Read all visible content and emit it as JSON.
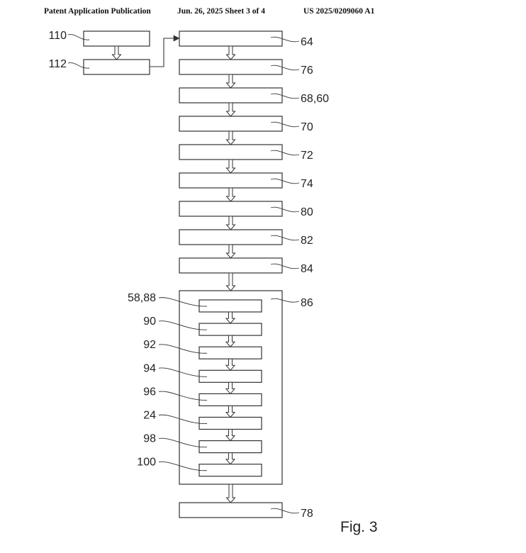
{
  "header": {
    "left": "Patent Application Publication",
    "center": "Jun. 26, 2025  Sheet 3 of 4",
    "right": "US 2025/0209060 A1"
  },
  "figure_label": "Fig. 3",
  "side_steps": [
    {
      "ref": "110"
    },
    {
      "ref": "112"
    }
  ],
  "main_steps": [
    {
      "ref": "64"
    },
    {
      "ref": "76"
    },
    {
      "ref": "68,60"
    },
    {
      "ref": "70"
    },
    {
      "ref": "72"
    },
    {
      "ref": "74"
    },
    {
      "ref": "80"
    },
    {
      "ref": "82"
    },
    {
      "ref": "84"
    }
  ],
  "group": {
    "ref": "86",
    "sub_steps": [
      {
        "ref": "58,88"
      },
      {
        "ref": "90"
      },
      {
        "ref": "92"
      },
      {
        "ref": "94"
      },
      {
        "ref": "96"
      },
      {
        "ref": "24"
      },
      {
        "ref": "98"
      },
      {
        "ref": "100"
      }
    ]
  },
  "final_step": {
    "ref": "78"
  }
}
